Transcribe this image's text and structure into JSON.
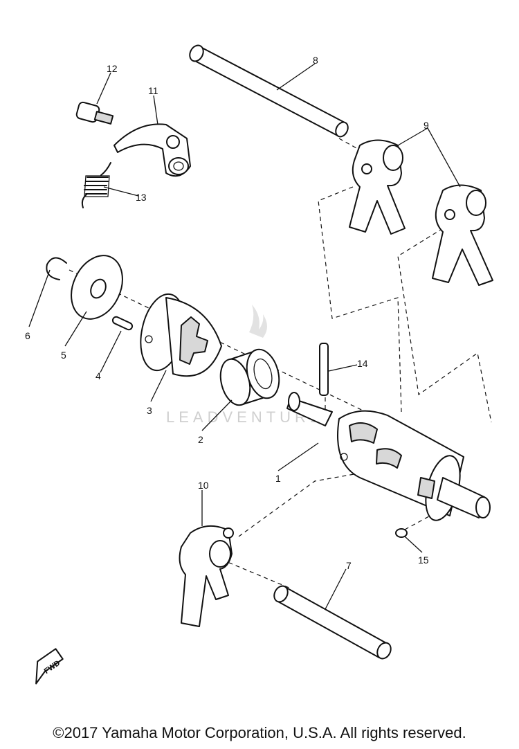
{
  "diagram": {
    "callouts": [
      "1",
      "2",
      "3",
      "4",
      "5",
      "6",
      "7",
      "8",
      "9",
      "10",
      "11",
      "12",
      "13",
      "14",
      "15"
    ],
    "fwd_label": "FWD",
    "watermark": "LEADVENTURE"
  },
  "footer": {
    "copyright": "©2017 Yamaha Motor Corporation, U.S.A. All rights reserved."
  }
}
